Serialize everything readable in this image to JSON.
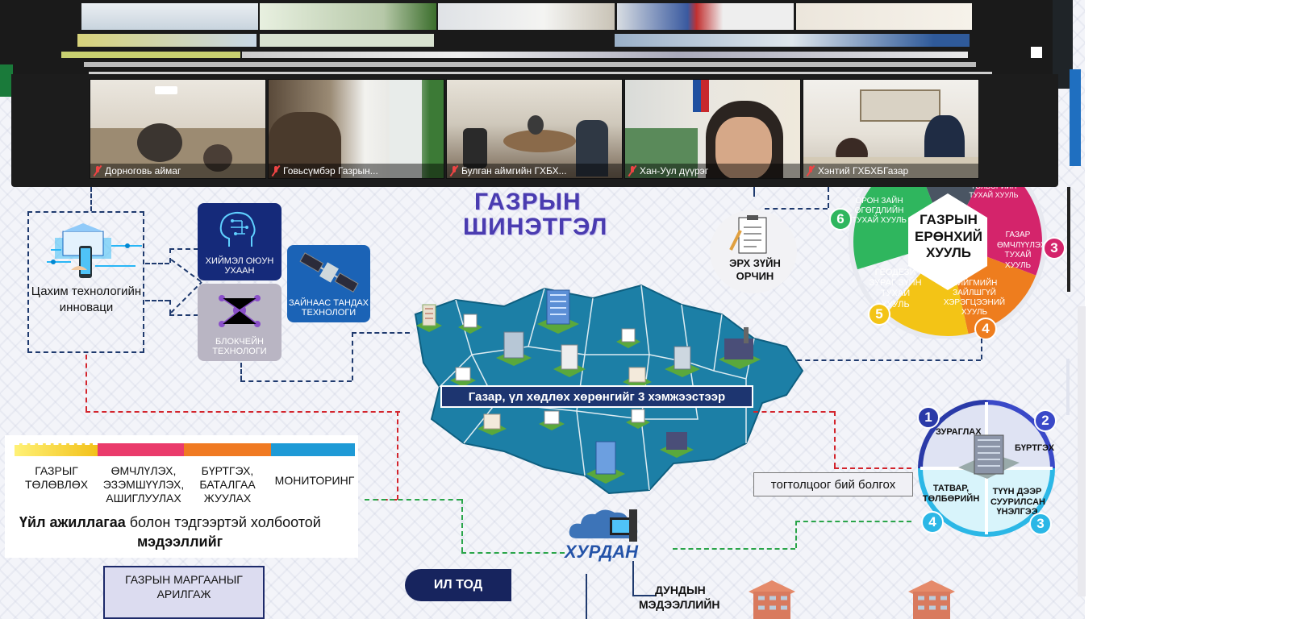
{
  "video_call": {
    "participants": [
      {
        "name": "Дорноговь аймаг",
        "muted": true
      },
      {
        "name": "Говьсүмбэр Газрын...",
        "muted": true
      },
      {
        "name": "Булган аймгийн ГХБХ...",
        "muted": true
      },
      {
        "name": "Хан-Уул дүүрэг",
        "muted": true
      },
      {
        "name": "Хэнтий ГХБХБГазар",
        "muted": true
      }
    ]
  },
  "slide": {
    "title_line1": "ГАЗРЫН",
    "title_line2": "ШИНЭТГЭЛ",
    "digital": {
      "label": "Цахим технологийн инноваци"
    },
    "tech": {
      "ai": "ХИЙМЭЛ ОЮУН УХААН",
      "blockchain": "БЛОКЧЕЙН ТЕХНОЛОГИ",
      "remote_sensing": "ЗАЙНААС ТАНДАХ ТЕХНОЛОГИ"
    },
    "legal": {
      "label": "ЭРХ ЗҮЙН ОРЧИН"
    },
    "law_wheel": {
      "center": "ГАЗРЫН ЕРӨНХИЙ ХУУЛЬ",
      "segments": [
        {
          "num": "3",
          "text": "ГАЗАР ӨМЧЛҮҮЛЭХ ТУХАЙ ХУУЛЬ"
        },
        {
          "num": "4",
          "text": "НИЙГМИЙН ЗАЙЛШГҮЙ ХЭРЭГЦЭЭНИЙ ХУУЛЬ"
        },
        {
          "num": "5",
          "text": "ГЕОДЕЗИ ЗУРАГ ЗҮЙН ТУХАЙ ХУУЛЬ"
        },
        {
          "num": "6",
          "text": "ОРОН ЗАЙН ӨГӨГДЛИЙН ТУХАЙ ХУУЛЬ"
        },
        {
          "num": "",
          "text": "ТӨЛБӨРИЙН ТУХАЙ ХУУЛЬ"
        }
      ]
    },
    "map_banner": "Газар, үл хөдлөх хөрөнгийг 3 хэмжээстээр",
    "activities": [
      {
        "label": "ГАЗРЫГ ТӨЛӨВЛӨХ",
        "color": "#f2c11a"
      },
      {
        "label": "ӨМЧЛҮЛЭХ, ЭЗЭМШҮҮЛЭХ, АШИГЛУУЛАХ",
        "color": "#ea3b6b"
      },
      {
        "label": "БҮРТГЭХ, БАТАЛГАА ЖУУЛАХ",
        "color": "#f07a22"
      },
      {
        "label": "МОНИТОРИНГ",
        "color": "#1e9ad6"
      }
    ],
    "info_line1_bold": "Үйл ажиллагаа",
    "info_line1_rest": " болон тэдгээртэй холбоотой",
    "info_line2": "мэдээллийг",
    "hurdan": "ХУРДАН",
    "system_label": "тогтолцоог бий болгох",
    "cycle": [
      {
        "num": "1",
        "text": "ЗУРАГЛАХ",
        "color": "#2a3aa8"
      },
      {
        "num": "2",
        "text": "БҮРТГЭХ",
        "color": "#3a49c8"
      },
      {
        "num": "3",
        "text": "ТҮҮН ДЭЭР СУУРИЛСАН ҮНЭЛГЭЭ",
        "color": "#2bb7e6"
      },
      {
        "num": "4",
        "text": "ТАТВАР, ТӨЛБӨРИЙН",
        "color": "#2bb7e6"
      }
    ],
    "dispute": "ГАЗРЫН МАРГААНЫГ АРИЛГАЖ",
    "il_tod": "ИЛ ТОД",
    "dundyn": "ДУНДЫН",
    "medeelliin": "МЭДЭЭЛЛИЙН"
  }
}
